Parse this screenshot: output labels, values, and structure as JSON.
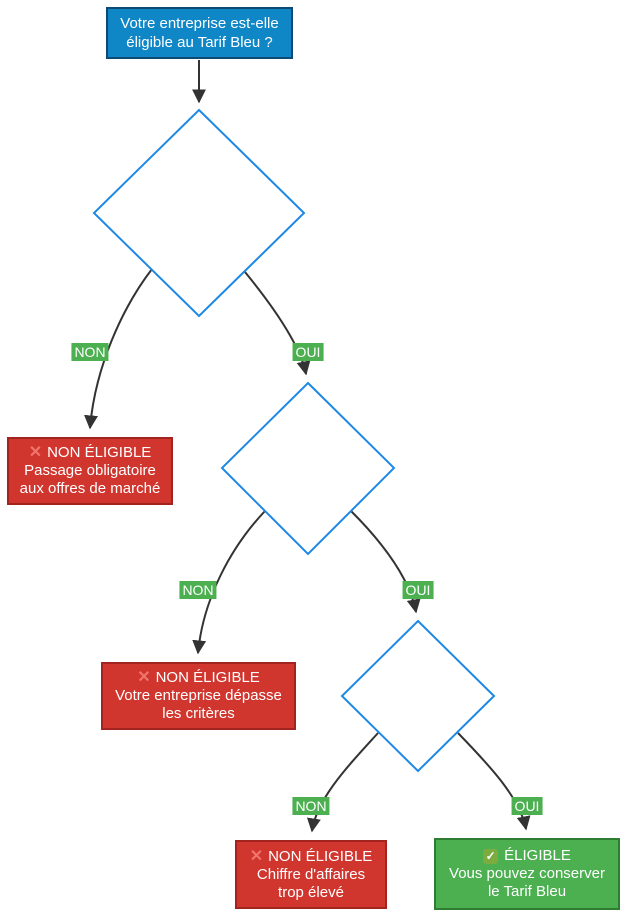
{
  "diagram": {
    "start": {
      "text": "Votre entreprise est-elle\néligible au Tarif Bleu ?"
    },
    "edge_labels": {
      "l1_non": "NON",
      "l1_oui": "OUI",
      "l2_non": "NON",
      "l2_oui": "OUI",
      "l3_non": "NON",
      "l3_oui": "OUI"
    },
    "outcomes": {
      "non1": {
        "icon": "✕",
        "title": "NON ÉLIGIBLE",
        "detail": "Passage obligatoire\naux offres de marché"
      },
      "non2": {
        "icon": "✕",
        "title": "NON ÉLIGIBLE",
        "detail": "Votre entreprise dépasse\nles critères"
      },
      "non3": {
        "icon": "✕",
        "title": "NON ÉLIGIBLE",
        "detail": "Chiffre d'affaires\ntrop élevé"
      },
      "eligible": {
        "icon": "✓",
        "title": "ÉLIGIBLE",
        "detail": "Vous pouvez conserver\nle Tarif Bleu"
      }
    },
    "colors": {
      "start_fill": "#0f86c5",
      "start_border": "#0c4a73",
      "decision_stroke": "#1e88e5",
      "edge_stroke": "#333333",
      "label_green": "#4caf50",
      "fail_fill": "#d0352e",
      "fail_border": "#a3241e",
      "success_fill": "#4caf50",
      "success_border": "#2e7d32"
    }
  }
}
